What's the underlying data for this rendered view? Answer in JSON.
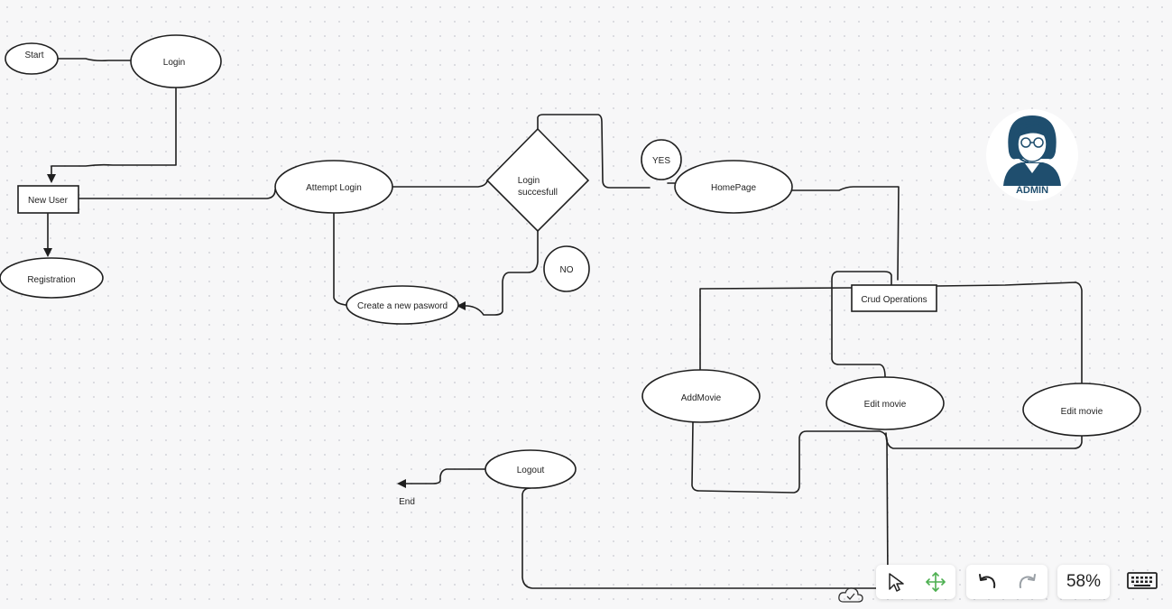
{
  "diagram": {
    "nodes": {
      "start": "Start",
      "login": "Login",
      "new_user": "New User",
      "registration": "Registration",
      "attempt_login": "Attempt Login",
      "decision_line1": "Login",
      "decision_line2": "succesfull",
      "yes": "YES",
      "no": "NO",
      "homepage": "HomePage",
      "create_password": "Create a new pasword",
      "crud_operations": "Crud Operations",
      "add_movie": "AddMovie",
      "edit_movie_1": "Edit movie",
      "edit_movie_2": "Edit movie",
      "logout": "Logout",
      "end": "End"
    },
    "avatar_label": "ADMIN"
  },
  "toolbar": {
    "zoom_label": "58%",
    "icons": [
      "select-arrow-icon",
      "move-icon",
      "undo-icon",
      "redo-icon",
      "keyboard-icon",
      "cloud-saved-icon"
    ]
  },
  "colors": {
    "stroke": "#1f1f1f",
    "avatar_navy": "#1f4e6e",
    "move_icon": "#4caf50"
  }
}
